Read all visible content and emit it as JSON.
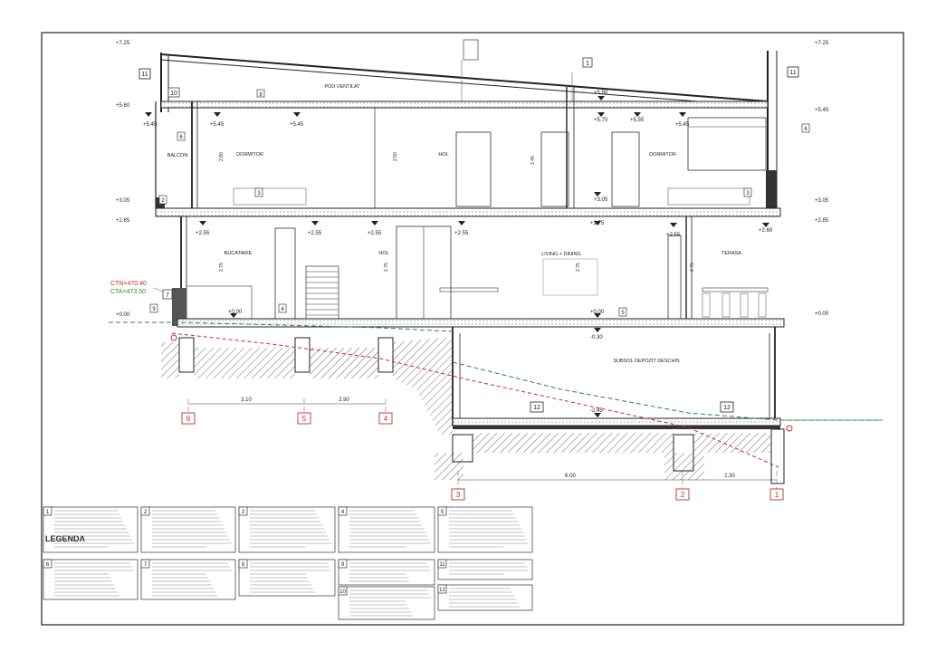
{
  "drawing": {
    "legend_title": "LEGENDA",
    "ctn": "CTN=470.40",
    "cta": "CTA=473.50"
  },
  "rooms": {
    "pod": "POD VENTILAT",
    "balcon": "BALCON",
    "dormitor1": "DORMITOR",
    "hol_up": "HOL",
    "dormitor2": "DORMITOR",
    "bucatarie": "BUCATARIE",
    "hol_down": "HOL",
    "living": "LIVING + DINING",
    "terasa": "TERASA",
    "subsol": "SUBSOL DEPOZIT DESCHIS"
  },
  "levels": {
    "l1": "+7.25",
    "l2": "+7.25",
    "l3": "+5.60",
    "l4": "+5.45",
    "l5": "+5.45",
    "l6": "+5.45",
    "l7": "+5.45",
    "l8": "+5.90",
    "l9": "+5.70",
    "l10": "+5.55",
    "l11": "+5.45",
    "l12": "+3.05",
    "l13": "+3.05",
    "l14": "+3.05",
    "l15": "+2.85",
    "l16": "+2.85",
    "l17": "+2.55",
    "l18": "+2.55",
    "l19": "+2.55",
    "l20": "+2.55",
    "l21": "+2.75",
    "l22": "+2.55",
    "l23": "+2.60",
    "l24": "+0.00",
    "l25": "+0.00",
    "l26": "+0.00",
    "l27": "+0.00",
    "l28": "-0.30",
    "l29": "-2.45"
  },
  "heights": {
    "h1": "2.80",
    "h2": "2.50",
    "h3": "2.45",
    "h4": "2.75",
    "h5": "2.75",
    "h6": "2.75",
    "h7": "2.75"
  },
  "dimensions": {
    "d1": "3.10",
    "d2": "2.90",
    "d3": "6.00",
    "d4": "2.30"
  },
  "axes": {
    "a1": "6",
    "a2": "5",
    "a3": "4",
    "a4": "3",
    "a5": "2",
    "a6": "1"
  },
  "tags": {
    "t1": "11",
    "t2": "11",
    "t3": "1",
    "t4": "10",
    "t5": "8",
    "t6": "6",
    "t7": "6",
    "t8": "2",
    "t9": "3",
    "t10": "3",
    "t11": "7",
    "t12": "9",
    "t13": "4",
    "t14": "5",
    "t15": "12",
    "t16": "12"
  },
  "legend": [
    {
      "num": "1"
    },
    {
      "num": "2"
    },
    {
      "num": "3"
    },
    {
      "num": "4"
    },
    {
      "num": "5"
    },
    {
      "num": "6"
    },
    {
      "num": "7"
    },
    {
      "num": "8"
    },
    {
      "num": "9"
    },
    {
      "num": "11"
    },
    {
      "num": "10"
    },
    {
      "num": "12"
    }
  ]
}
